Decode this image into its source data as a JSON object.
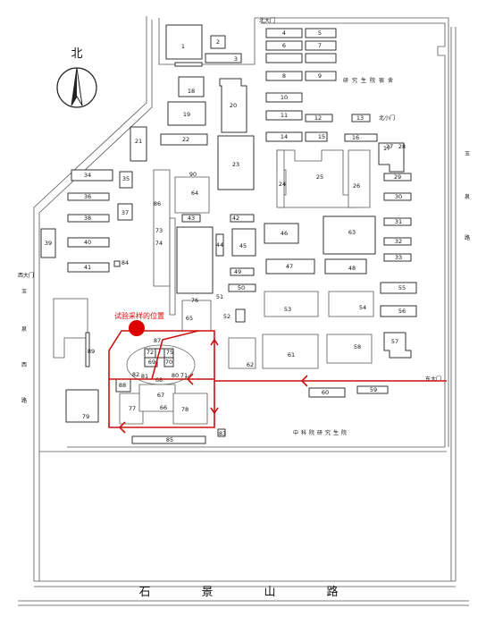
{
  "map": {
    "north_label": "北",
    "gates": {
      "north_main": "北大门",
      "north_small": "北小门",
      "west_main": "西大门",
      "east_main": "东大门"
    },
    "roads": {
      "yuquan_east": [
        "玉",
        "泉",
        "路"
      ],
      "yuquan_west": [
        "玉",
        "泉",
        "西",
        "路"
      ],
      "shijingshan": [
        "石",
        "景",
        "山",
        "路"
      ]
    },
    "areas": {
      "graduate_school_cas": "中科院研究生院",
      "graduate_school": "研究生院宿舍"
    },
    "annotation": "试验采样的位置",
    "buildings": [
      "1",
      "2",
      "3",
      "4",
      "5",
      "6",
      "7",
      "8",
      "9",
      "10",
      "11",
      "12",
      "13",
      "14",
      "15",
      "16",
      "17",
      "18",
      "19",
      "20",
      "21",
      "22",
      "23",
      "24",
      "25",
      "26",
      "27",
      "28",
      "29",
      "30",
      "31",
      "32",
      "33",
      "34",
      "35",
      "36",
      "37",
      "38",
      "39",
      "40",
      "41",
      "42",
      "43",
      "44",
      "45",
      "46",
      "47",
      "48",
      "49",
      "50",
      "51",
      "52",
      "53",
      "54",
      "55",
      "56",
      "57",
      "58",
      "59",
      "60",
      "61",
      "62",
      "63",
      "64",
      "65",
      "66",
      "67",
      "68",
      "69",
      "70",
      "71",
      "72",
      "73",
      "74",
      "75",
      "76",
      "77",
      "78",
      "79",
      "80",
      "81",
      "82",
      "83",
      "84",
      "85",
      "86",
      "87",
      "88",
      "89",
      "90"
    ],
    "colors": {
      "route": "#cc1111",
      "marker": "#dd0000",
      "line": "#333333"
    }
  }
}
